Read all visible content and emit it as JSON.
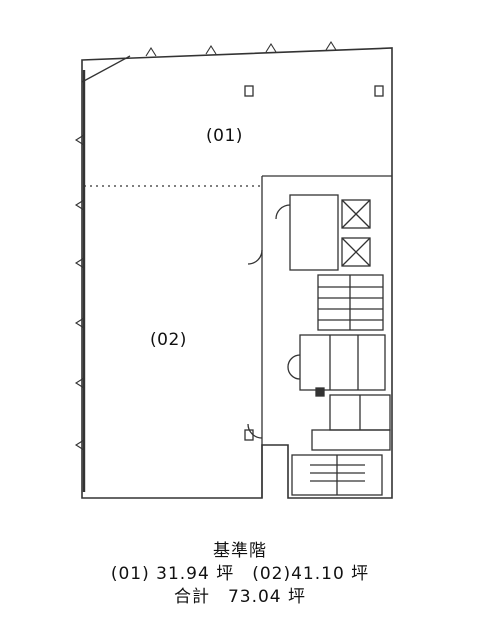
{
  "floor_plan": {
    "rooms": [
      {
        "id": "01",
        "label": "(01)"
      },
      {
        "id": "02",
        "label": "(02)"
      }
    ]
  },
  "caption": {
    "title": "基準階",
    "area_line": "(01) 31.94 坪　(02)41.10 坪",
    "total_line": "合計　73.04 坪"
  },
  "colors": {
    "line": "#333333",
    "background": "#ffffff"
  }
}
